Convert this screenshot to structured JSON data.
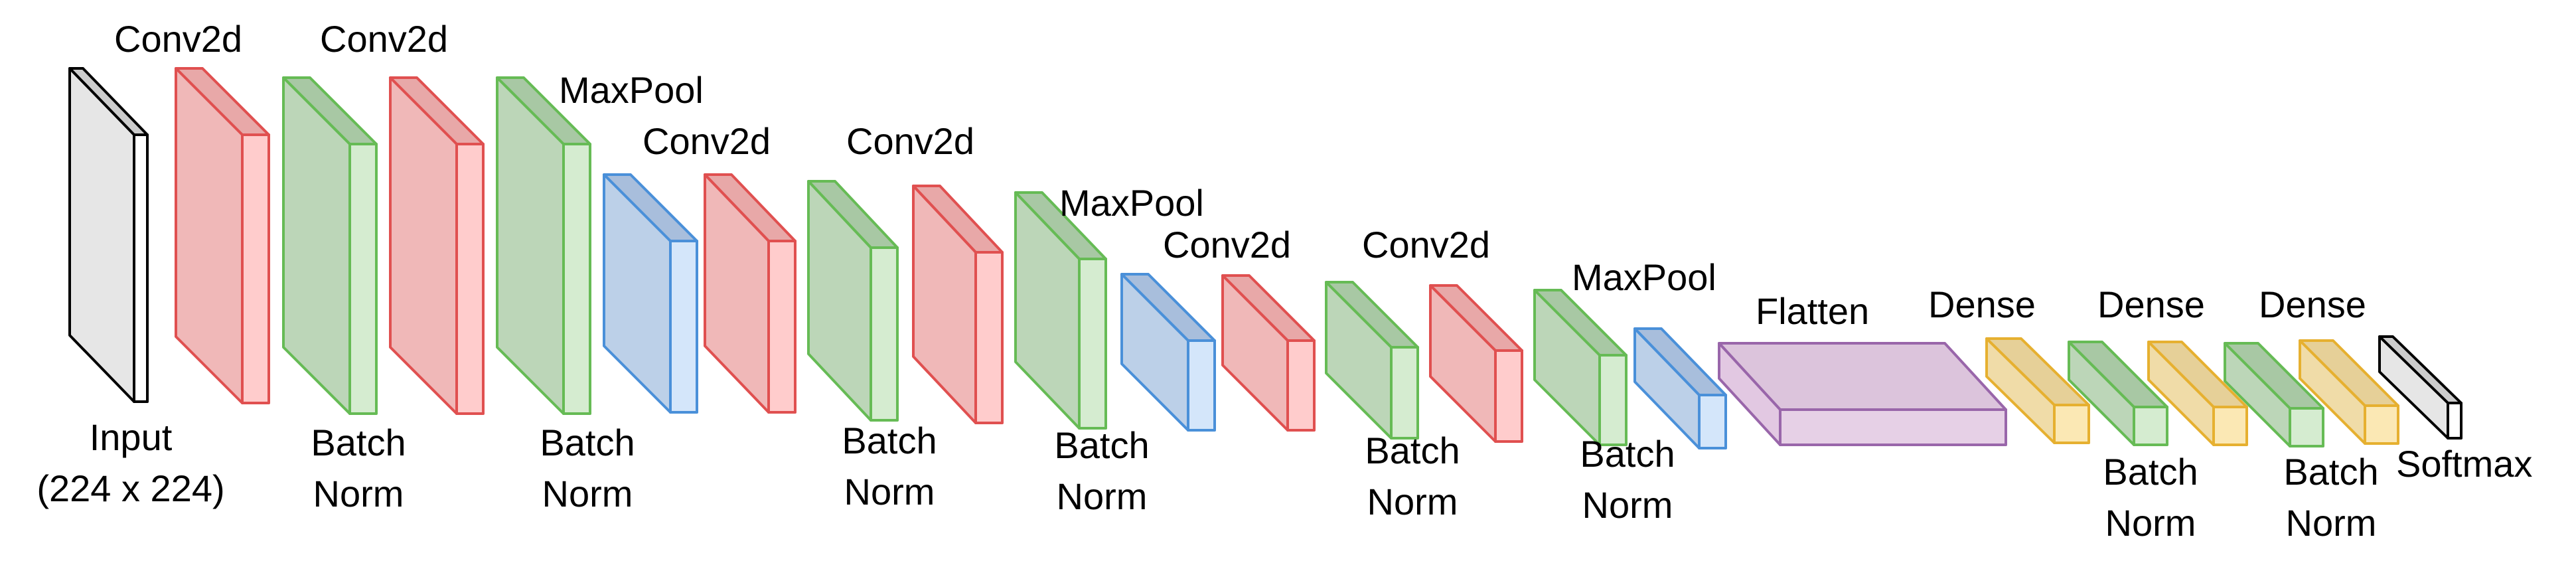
{
  "diagram": {
    "labels": {
      "input_1": "Input",
      "input_2": "(224 x 224)",
      "conv2d": "Conv2d",
      "maxpool": "MaxPool",
      "batch": "Batch",
      "norm": "Norm",
      "flatten": "Flatten",
      "dense": "Dense",
      "softmax": "Softmax"
    },
    "colors": {
      "input": {
        "front": "#e6e6e6",
        "side": "#ffffff",
        "top": "#cccccc",
        "stroke": "#000000"
      },
      "conv": {
        "front": "#f0b8b8",
        "side": "#ffcccc",
        "top": "#e8a8a8",
        "stroke": "#e05050"
      },
      "bn": {
        "front": "#bcd6b8",
        "side": "#d5ecd0",
        "top": "#a8c8a4",
        "stroke": "#66bb55"
      },
      "pool": {
        "front": "#bcd0e8",
        "side": "#d4e6fa",
        "top": "#a8bedc",
        "stroke": "#4a90d9"
      },
      "flatten": {
        "front": "#e2c8e2",
        "side": "#e6d0e6",
        "top": "#dcc4dc",
        "stroke": "#9966aa"
      },
      "dense": {
        "front": "#f0dca8",
        "side": "#fbe8b4",
        "top": "#e6d098",
        "stroke": "#e6b030"
      },
      "softmax": {
        "front": "#e6e6e6",
        "side": "#ffffff",
        "top": "#cccccc",
        "stroke": "#000000"
      }
    }
  }
}
